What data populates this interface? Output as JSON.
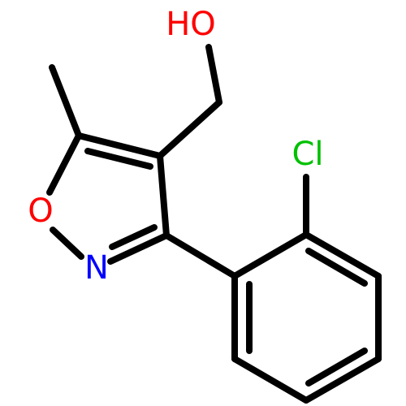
{
  "molecule": {
    "atoms": {
      "hydroxyl": {
        "label": "HO",
        "color": "#ff0000"
      },
      "ring_oxygen": {
        "label": "O",
        "color": "#ff0000"
      },
      "ring_nitrogen": {
        "label": "N",
        "color": "#0000ff"
      },
      "chlorine": {
        "label": "Cl",
        "color": "#00c000"
      }
    },
    "bond_color": "#000000"
  }
}
